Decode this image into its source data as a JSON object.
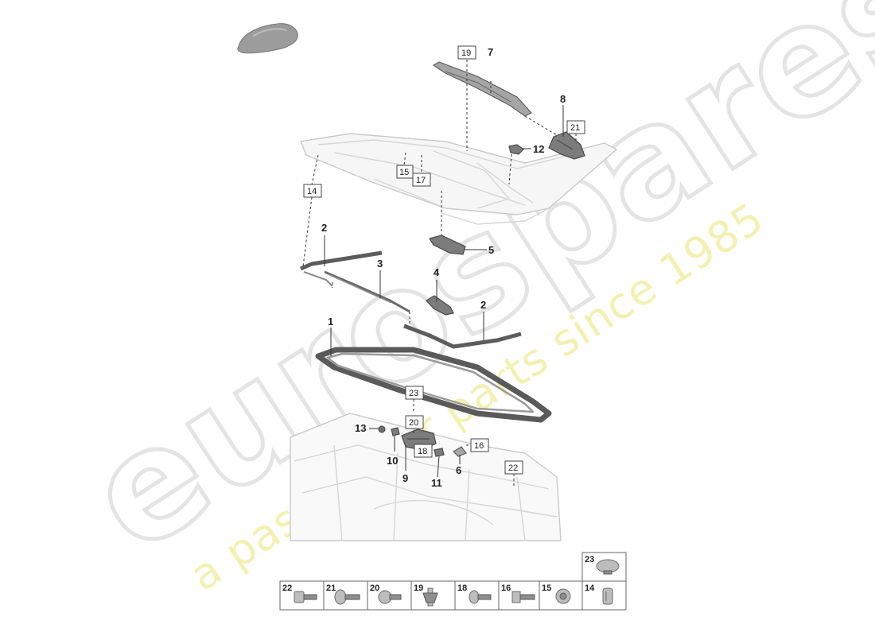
{
  "watermark": {
    "brand": "eurospares",
    "tagline": "a passion for parts since 1985"
  },
  "callouts": [
    {
      "id": "c1",
      "label": "1"
    },
    {
      "id": "c2a",
      "label": "2"
    },
    {
      "id": "c2b",
      "label": "2"
    },
    {
      "id": "c3",
      "label": "3"
    },
    {
      "id": "c4",
      "label": "4"
    },
    {
      "id": "c5",
      "label": "5"
    },
    {
      "id": "c6",
      "label": "6"
    },
    {
      "id": "c7",
      "label": "7"
    },
    {
      "id": "c8",
      "label": "8"
    },
    {
      "id": "c9",
      "label": "9"
    },
    {
      "id": "c10",
      "label": "10"
    },
    {
      "id": "c11",
      "label": "11"
    },
    {
      "id": "c12",
      "label": "12"
    },
    {
      "id": "c13",
      "label": "13"
    }
  ],
  "boxed_callouts": [
    {
      "id": "b19",
      "label": "19"
    },
    {
      "id": "b21",
      "label": "21"
    },
    {
      "id": "b15",
      "label": "15"
    },
    {
      "id": "b17",
      "label": "17"
    },
    {
      "id": "b14",
      "label": "14"
    },
    {
      "id": "b23",
      "label": "23"
    },
    {
      "id": "b20",
      "label": "20"
    },
    {
      "id": "b18",
      "label": "18"
    },
    {
      "id": "b16",
      "label": "16"
    },
    {
      "id": "b22",
      "label": "22"
    }
  ],
  "fastener_legend": {
    "top": [
      {
        "number": "23",
        "icon": "clip-cap-icon"
      }
    ],
    "row": [
      {
        "number": "22",
        "icon": "collar-bolt-icon"
      },
      {
        "number": "21",
        "icon": "pan-head-screw-icon"
      },
      {
        "number": "20",
        "icon": "round-head-screw-icon"
      },
      {
        "number": "19",
        "icon": "expanding-rivet-icon"
      },
      {
        "number": "18",
        "icon": "flange-screw-icon"
      },
      {
        "number": "16",
        "icon": "hex-bolt-icon"
      },
      {
        "number": "15",
        "icon": "push-clip-icon"
      },
      {
        "number": "14",
        "icon": "spring-clip-icon"
      }
    ]
  },
  "colors": {
    "watermark_grey": "#e4e4e4",
    "watermark_yellow": "#f3f1b2",
    "part_dark": "#7c7c7c"
  }
}
